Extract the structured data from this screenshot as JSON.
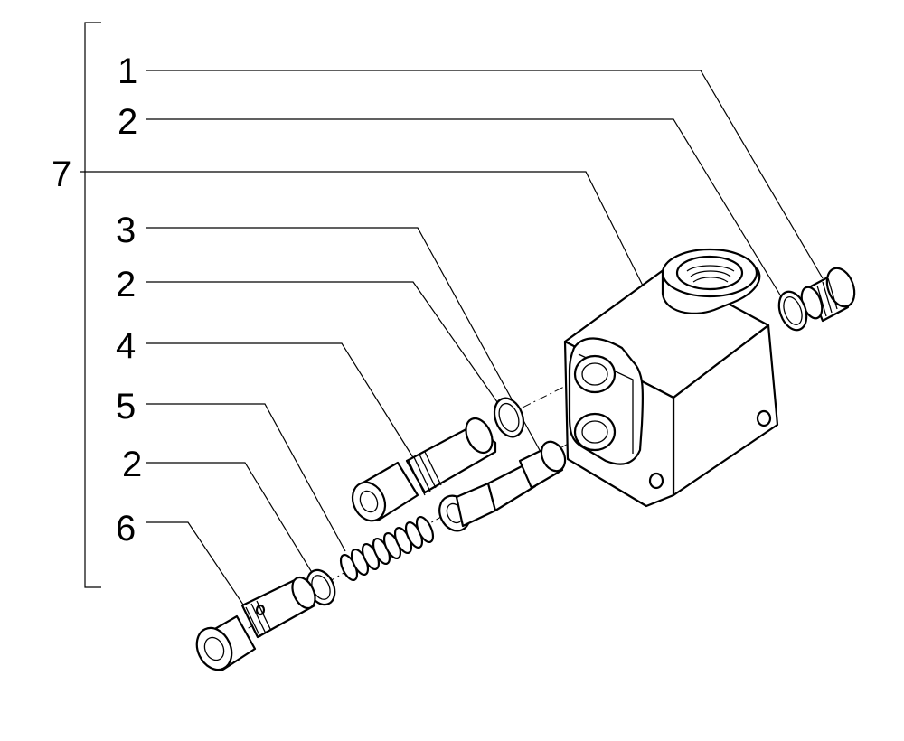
{
  "callouts": {
    "c1": "1",
    "c2a": "2",
    "c7": "7",
    "c3": "3",
    "c2b": "2",
    "c4": "4",
    "c5": "5",
    "c2c": "2",
    "c6": "6"
  },
  "parts": {
    "p1": "plug-icon",
    "p2": "seal-ring-icon",
    "p3": "valve-spool-icon",
    "p4": "adapter-fitting-icon",
    "p5": "spring-icon",
    "p6": "banjo-fitting-icon",
    "p7": "valve-body-icon"
  }
}
